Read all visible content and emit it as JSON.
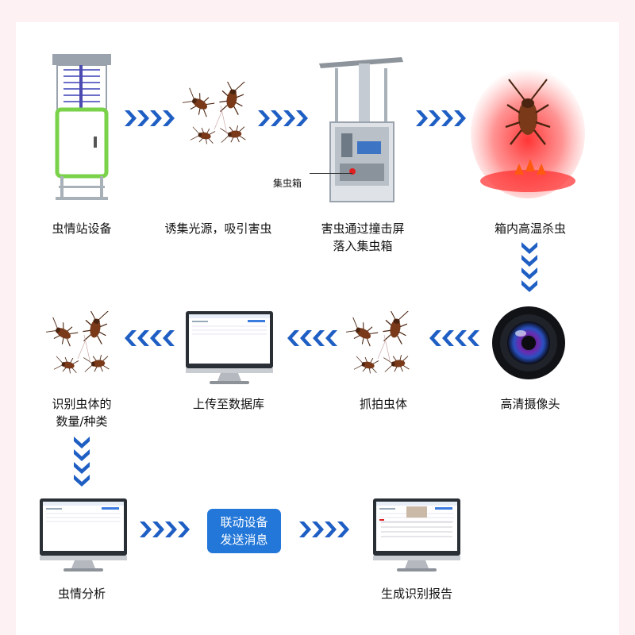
{
  "steps": {
    "s1": "虫情站设备",
    "s2": "诱集光源，吸引害虫",
    "s3_line1": "害虫通过撞击屏",
    "s3_line2": "落入集虫箱",
    "s3_callout": "集虫箱",
    "s4": "箱内高温杀虫",
    "s5": "高清摄像头",
    "s6": "抓拍虫体",
    "s7": "上传至数据库",
    "s8_line1": "识别虫体的",
    "s8_line2": "数量/种类",
    "s9": "虫情分析",
    "s10_line1": "联动设备",
    "s10_line2": "发送消息",
    "s11": "生成识别报告"
  },
  "colors": {
    "arrow": "#1f5fc4",
    "badge": "#2277d8",
    "device_green": "#7ad14a",
    "heat_red": "#ff2a2a"
  },
  "icons": [
    "monitoring-station-icon",
    "insects-icon",
    "collection-box-icon",
    "heat-kill-icon",
    "camera-icon",
    "monitor-icon"
  ]
}
